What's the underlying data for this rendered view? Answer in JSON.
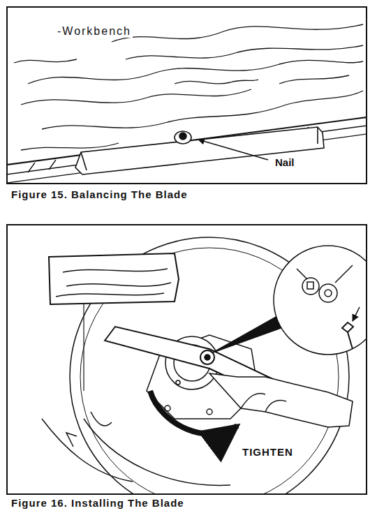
{
  "diagram": {
    "labels": [
      "-Workbench",
      "Nail",
      "Figure 15. Balancing The Blade",
      "TIGHTEN",
      "Figure 16. Installing The Blade"
    ]
  }
}
